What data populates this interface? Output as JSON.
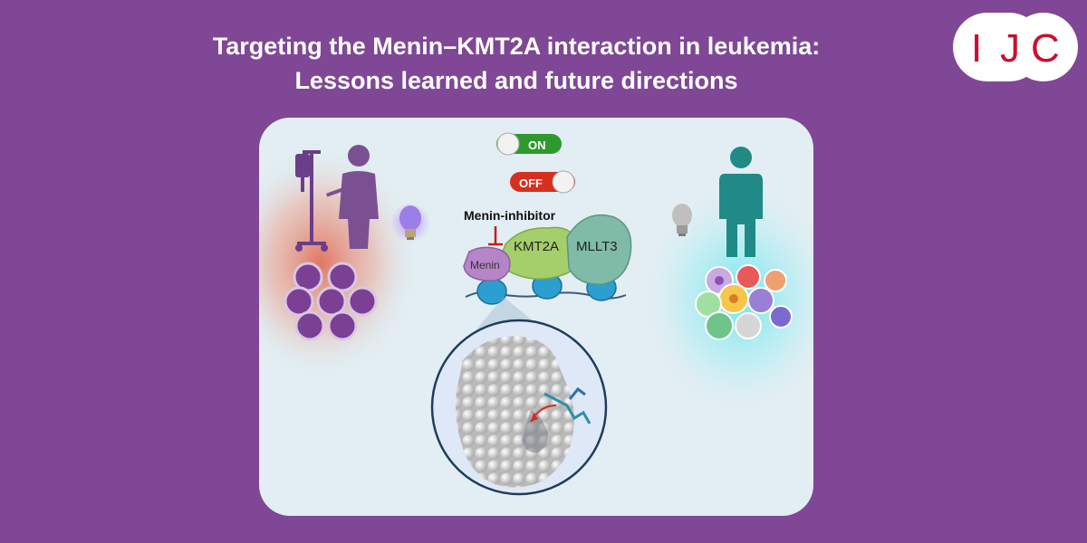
{
  "title": {
    "line1": "Targeting the Menin–KMT2A interaction in leukemia:",
    "line2": "Lessons learned and future directions"
  },
  "logo": {
    "text_i": "I",
    "text_j": "J",
    "text_c": "C",
    "brand_color": "#c8102e"
  },
  "diagram": {
    "switch_on": "ON",
    "switch_off": "OFF",
    "inhibitor_label": "Menin-inhibitor",
    "proteins": {
      "menin": "Menin",
      "kmt2a": "KMT2A",
      "mllt3": "MLLT3"
    }
  },
  "colors": {
    "background": "#7f4795",
    "panel": "#e2eef3",
    "leukemia_cell": "#7b3f94",
    "healthy_person": "#1f8a86",
    "on_switch": "#2e9a2e",
    "off_switch": "#d5301f",
    "menin": "#b685c8",
    "kmt2a": "#a4cf6a",
    "mllt3": "#7fbba7",
    "nucleosome": "#2b9fcf"
  }
}
